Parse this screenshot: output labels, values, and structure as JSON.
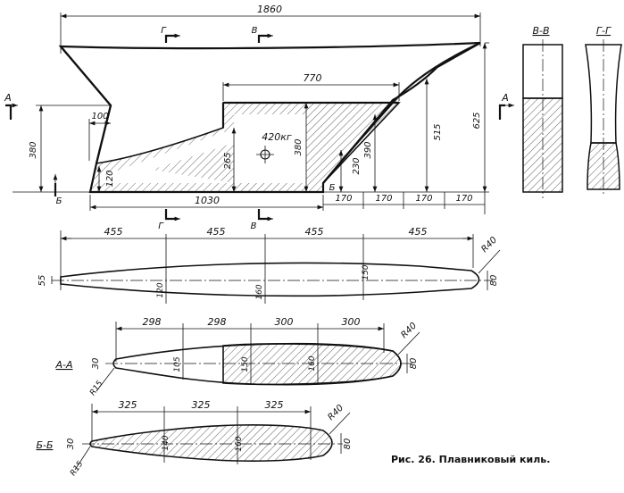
{
  "caption": "Рис. 26. Плавниковый киль.",
  "weight_label": "420кг",
  "section_labels": {
    "A": "А",
    "B": "Б",
    "V": "В",
    "G": "Г",
    "VV": "В-В",
    "GG": "Г-Г",
    "AA": "А-А",
    "BB": "Б-Б"
  },
  "side_view_dims": {
    "overall_length": "1860",
    "upper_block_length": "770",
    "bottom_length": "1030",
    "offset_top": "100",
    "height_left": "380",
    "height_mid": "265",
    "height_center": "380",
    "height_right_390": "390",
    "height_right_515": "515",
    "height_right_625": "625",
    "height_bottom_left": "120",
    "height_230": "230",
    "step_1": "170",
    "step_2": "170",
    "step_3": "170",
    "step_4": "170"
  },
  "plan_view_dims": {
    "seg_1": "455",
    "seg_2": "455",
    "seg_3": "455",
    "seg_4": "455",
    "tip_width": "55",
    "w1": "120",
    "w2": "160",
    "w3": "150",
    "nose_radius": "R40",
    "nose_width": "80"
  },
  "section_aa_dims": {
    "seg_1": "298",
    "seg_2": "298",
    "seg_3": "300",
    "seg_4": "300",
    "tip_width": "30",
    "w1": "105",
    "w2": "150",
    "w3": "160",
    "nose_radius": "R40",
    "nose_width": "80",
    "tail_radius": "R15"
  },
  "section_bb_dims": {
    "seg_1": "325",
    "seg_2": "325",
    "seg_3": "325",
    "tip_width": "30",
    "w1": "140",
    "w2": "160",
    "nose_radius": "R40",
    "nose_width": "80",
    "tail_radius": "R15"
  }
}
